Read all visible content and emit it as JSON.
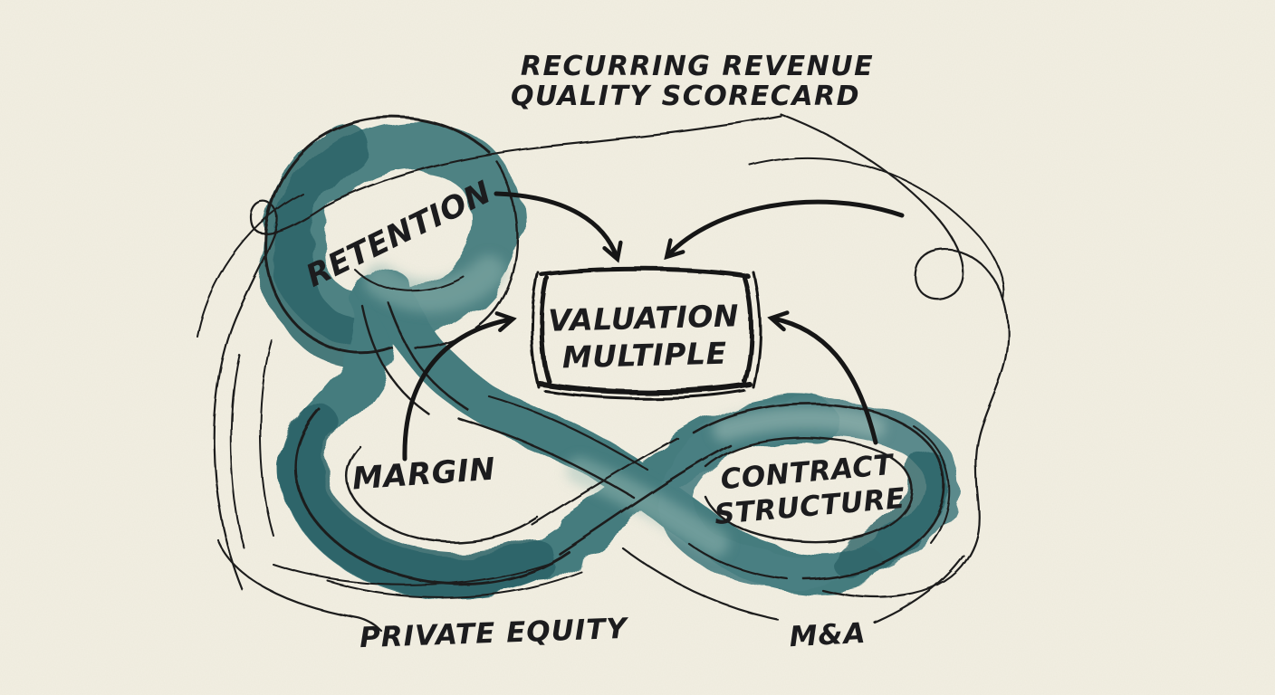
{
  "illustration": {
    "title": {
      "line1": "RECURRING REVENUE",
      "line2": "QUALITY SCORECARD"
    },
    "center_box": {
      "line1": "VALUATION",
      "line2": "MULTIPLE"
    },
    "factors": {
      "retention": "RETENTION",
      "margin": "MARGIN",
      "contract_line1": "CONTRACT",
      "contract_line2": "STRUCTURE"
    },
    "contexts": {
      "private_equity": "PRIVATE EQUITY",
      "mergers_acquisitions": "M&A"
    },
    "colors": {
      "paper": "#f2efe2",
      "ink": "#1d1d1d",
      "teal": "#447b7e",
      "teal_dark": "#2b6266",
      "teal_light": "#9dbfb8"
    }
  }
}
